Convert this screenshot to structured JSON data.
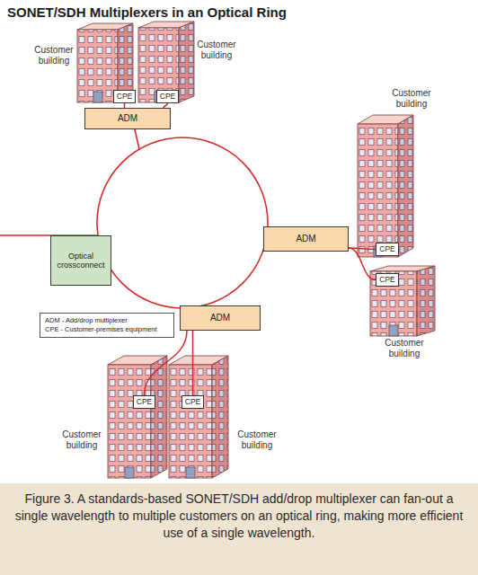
{
  "diagram": {
    "title": "SONET/SDH Multiplexers in an Optical Ring",
    "caption": "Figure 3. A standards-based SONET/SDH add/drop multiplexer can fan-out a single wavelength to multiple customers on an optical ring, making more efficient use of a single wavelength.",
    "nodes": [
      {
        "text": [
          "Customer building"
        ]
      },
      {
        "text": [
          "CPE"
        ],
        "in": 0
      },
      {
        "text": [
          "Customer building"
        ]
      },
      {
        "text": [
          "CPE"
        ],
        "in": 2
      },
      {
        "text": [
          "ADM"
        ]
      },
      {
        "text": [
          "Customer building"
        ]
      },
      {
        "text": [
          "CPE"
        ],
        "in": 5
      },
      {
        "text": [
          "Optical crossconnect"
        ]
      },
      {
        "text": [
          "ADM"
        ]
      },
      {
        "text": [
          "Customer building"
        ]
      },
      {
        "text": [
          "CPE"
        ],
        "in": 9
      },
      {
        "text": [
          "ADM"
        ]
      },
      {
        "text": [
          "Customer building"
        ]
      },
      {
        "text": [
          "CPE"
        ],
        "in": 12
      },
      {
        "text": [
          "Customer building"
        ]
      },
      {
        "text": [
          "CPE"
        ],
        "in": 14
      }
    ],
    "edges": [
      {
        "from": 4,
        "to": 1,
        "arrow": "none"
      },
      {
        "from": 4,
        "to": 3,
        "arrow": "none"
      },
      {
        "from": 8,
        "to": 6,
        "arrow": "none"
      },
      {
        "from": 8,
        "to": 10,
        "arrow": "none"
      },
      {
        "from": 11,
        "to": 13,
        "arrow": "none"
      },
      {
        "from": 11,
        "to": 15,
        "arrow": "none"
      }
    ],
    "legend": [
      {
        "text": "ADM - Add/drop multiplexer"
      },
      {
        "text": "CPE - Customer-premises equipment"
      }
    ]
  }
}
